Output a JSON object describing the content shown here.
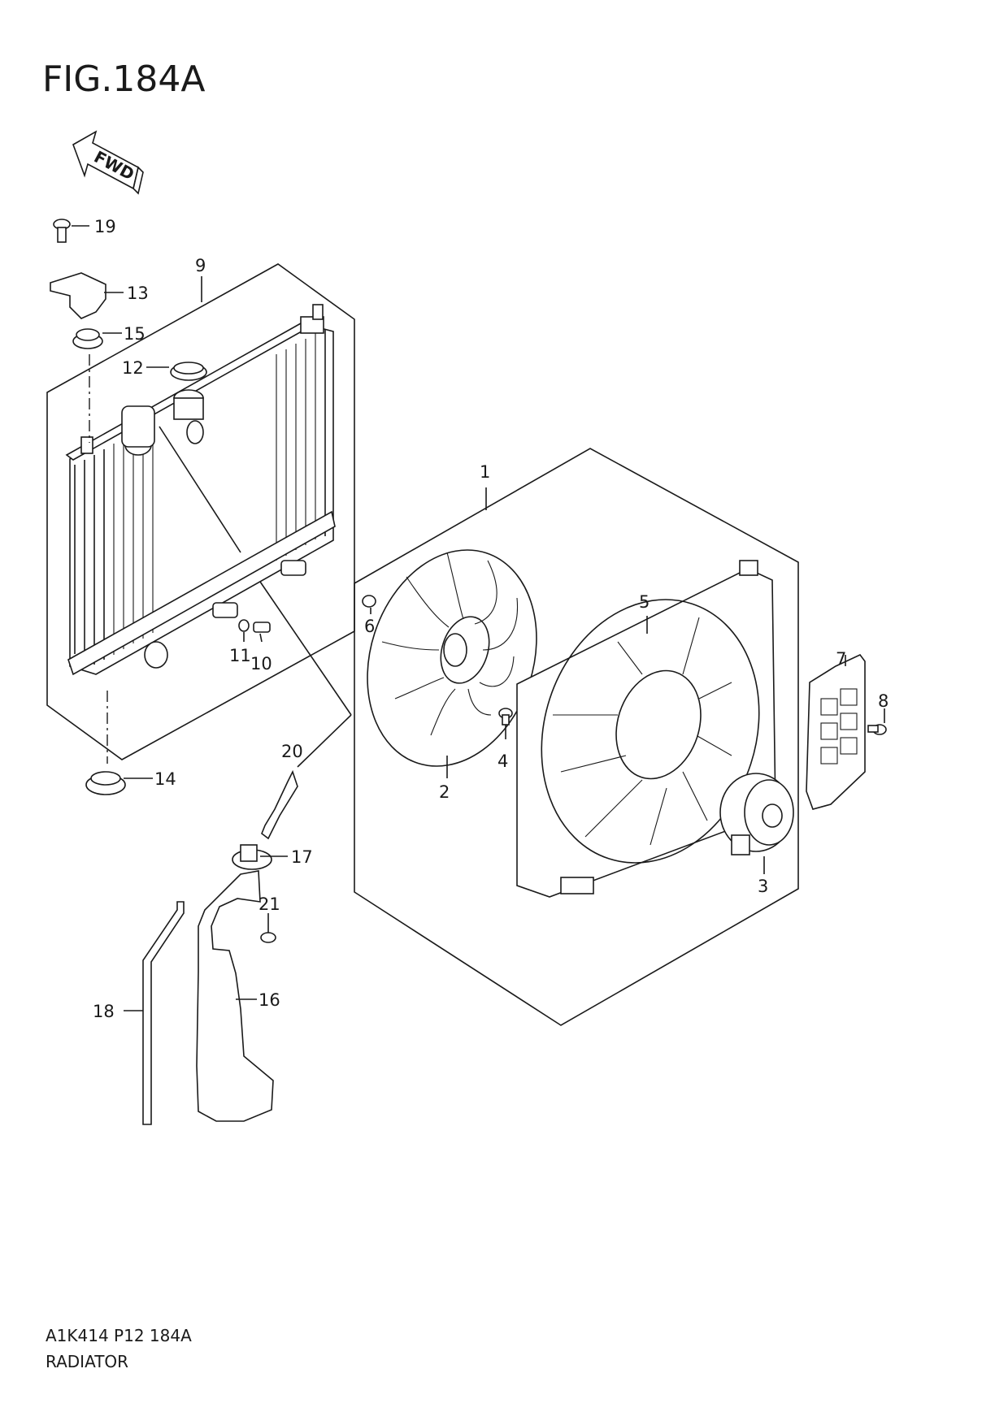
{
  "figure": {
    "title": "FIG.184A",
    "direction_label": "FWD",
    "code": "A1K414 P12 184A",
    "name": "RADIATOR"
  },
  "callouts": [
    {
      "id": "c1",
      "label": "1"
    },
    {
      "id": "c2",
      "label": "2"
    },
    {
      "id": "c3",
      "label": "3"
    },
    {
      "id": "c4",
      "label": "4"
    },
    {
      "id": "c5",
      "label": "5"
    },
    {
      "id": "c6",
      "label": "6"
    },
    {
      "id": "c7",
      "label": "7"
    },
    {
      "id": "c8",
      "label": "8"
    },
    {
      "id": "c9",
      "label": "9"
    },
    {
      "id": "c10",
      "label": "10"
    },
    {
      "id": "c11",
      "label": "11"
    },
    {
      "id": "c12",
      "label": "12"
    },
    {
      "id": "c13",
      "label": "13"
    },
    {
      "id": "c14",
      "label": "14"
    },
    {
      "id": "c15",
      "label": "15"
    },
    {
      "id": "c16",
      "label": "16"
    },
    {
      "id": "c17",
      "label": "17"
    },
    {
      "id": "c18",
      "label": "18"
    },
    {
      "id": "c19",
      "label": "19"
    },
    {
      "id": "c20",
      "label": "20"
    },
    {
      "id": "c21",
      "label": "21"
    }
  ]
}
